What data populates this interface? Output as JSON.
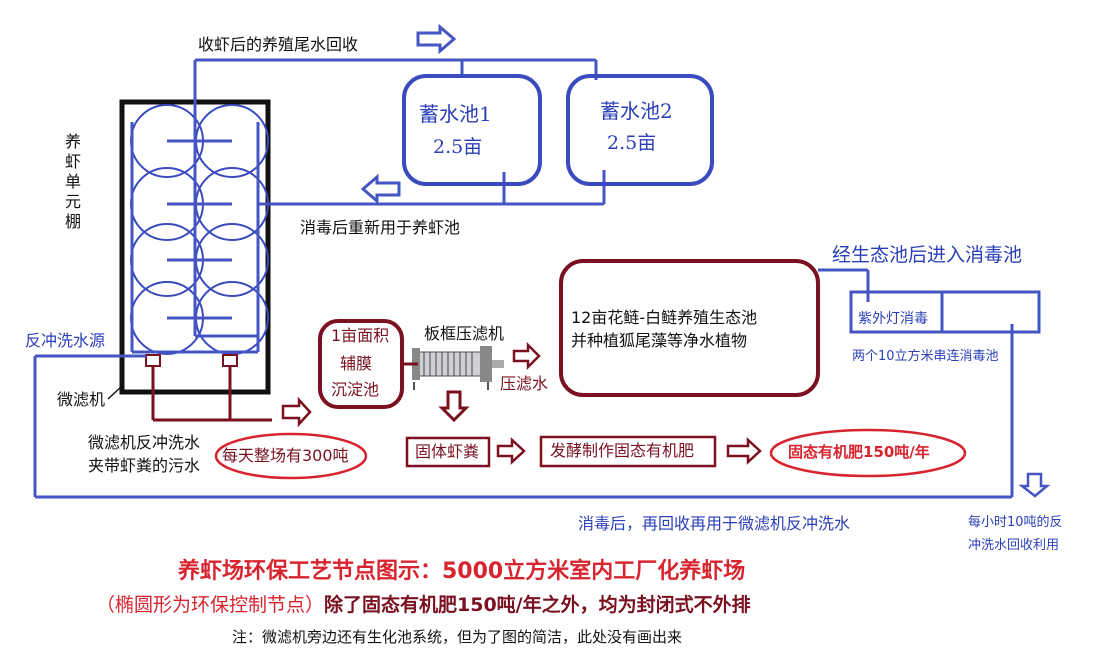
{
  "colors": {
    "blue": "#4655c4",
    "darkred": "#7a1020",
    "red": "#d8242f",
    "black": "#111111"
  },
  "labels": {
    "recycle_top": "收虾后的养殖尾水回收",
    "pool1_name": "蓄水池1",
    "pool1_area": "2.5亩",
    "pool2_name": "蓄水池2",
    "pool2_area": "2.5亩",
    "reuse_pond": "消毒后重新用于养虾池",
    "shed": "养虾单元棚",
    "shed_chars": [
      "养",
      "虾",
      "单",
      "元",
      "棚"
    ],
    "backwash_source": "反冲洗水源",
    "microfilter": "微滤机",
    "wastewater_line1": "微滤机反冲洗水",
    "wastewater_line2": "夹带虾粪的污水",
    "daily_volume": "每天整场有300吨",
    "sedimentation_line1": "1亩面积",
    "sedimentation_line2": "辅膜",
    "sedimentation_line3": "沉淀池",
    "filter_press": "板框压滤机",
    "press_water": "压滤水",
    "solid_waste": "固体虾粪",
    "fermentation": "发酵制作固态有机肥",
    "fertilizer": "固态有机肥150吨/年",
    "eco_line1": "12亩花鲢-白鲢养殖生态池",
    "eco_line2": "并种植狐尾藻等净水植物",
    "to_disinfection": "经生态池后进入消毒池",
    "uv": "紫外灯消毒",
    "two_tanks": "两个10立方米串连消毒池",
    "reuse_backwash": "消毒后，再回收再用于微滤机反冲洗水",
    "hourly_line1": "每小时10吨的反",
    "hourly_line2": "冲洗水回收利用"
  },
  "footer": {
    "title": "养虾场环保工艺节点图示：5000立方米室内工厂化养虾场",
    "subtitle_paren": "（椭圆形为环保控制节点）",
    "subtitle_bold": "除了固态有机肥150吨/年之外，均为封闭式不外排",
    "note": "注：微滤机旁边还有生化池系统，但为了图的简洁，此处没有画出来"
  }
}
